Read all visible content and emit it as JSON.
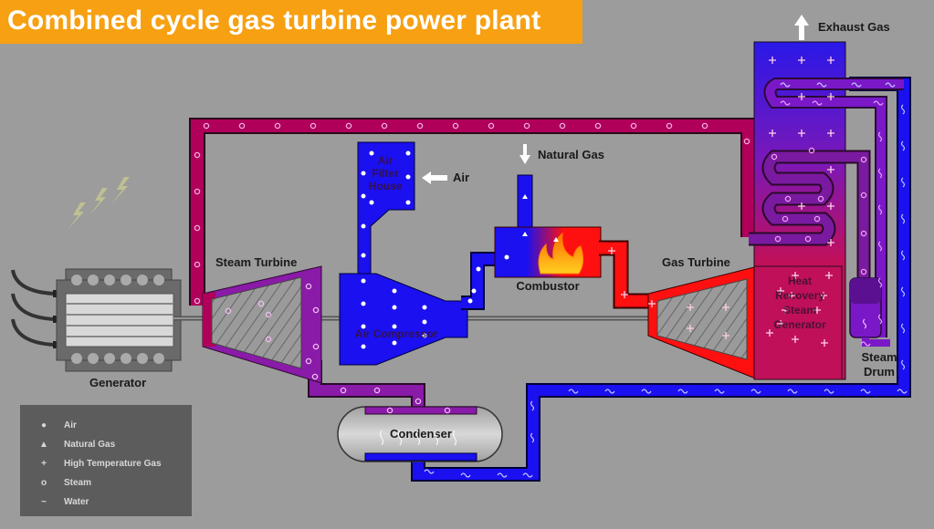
{
  "title": "Combined cycle gas turbine power plant",
  "colors": {
    "title_bg": "#f7a012",
    "background": "#9c9c9c",
    "air": "#1a10f0",
    "steam": "#b0005a",
    "steam_low": "#8a1aa8",
    "water": "#1a10f0",
    "hot_gas": "#ff1010",
    "hrsg": "#c0105a"
  },
  "labels": {
    "generator": "Generator",
    "steam_turbine": "Steam Turbine",
    "air_filter_house": [
      "Air",
      "Filter",
      "House"
    ],
    "air_compressor": "Air Compressor",
    "air_input": "Air",
    "natural_gas_input": "Natural Gas",
    "combustor": "Combustor",
    "gas_turbine": "Gas Turbine",
    "hrsg": [
      "Heat",
      "Recovery",
      "Steam",
      "Generator"
    ],
    "steam_drum": [
      "Steam",
      "Drum"
    ],
    "exhaust_gas": "Exhaust Gas",
    "condenser": "Condenser"
  },
  "legend": [
    {
      "icon": "dot-icon",
      "symbol": "●",
      "label": "Air"
    },
    {
      "icon": "triangle-icon",
      "symbol": "▲",
      "label": "Natural Gas"
    },
    {
      "icon": "plus-icon",
      "symbol": "+",
      "label": "High Temperature Gas"
    },
    {
      "icon": "ring-icon",
      "symbol": "o",
      "label": "Steam"
    },
    {
      "icon": "tilde-icon",
      "symbol": "~",
      "label": "Water"
    }
  ]
}
